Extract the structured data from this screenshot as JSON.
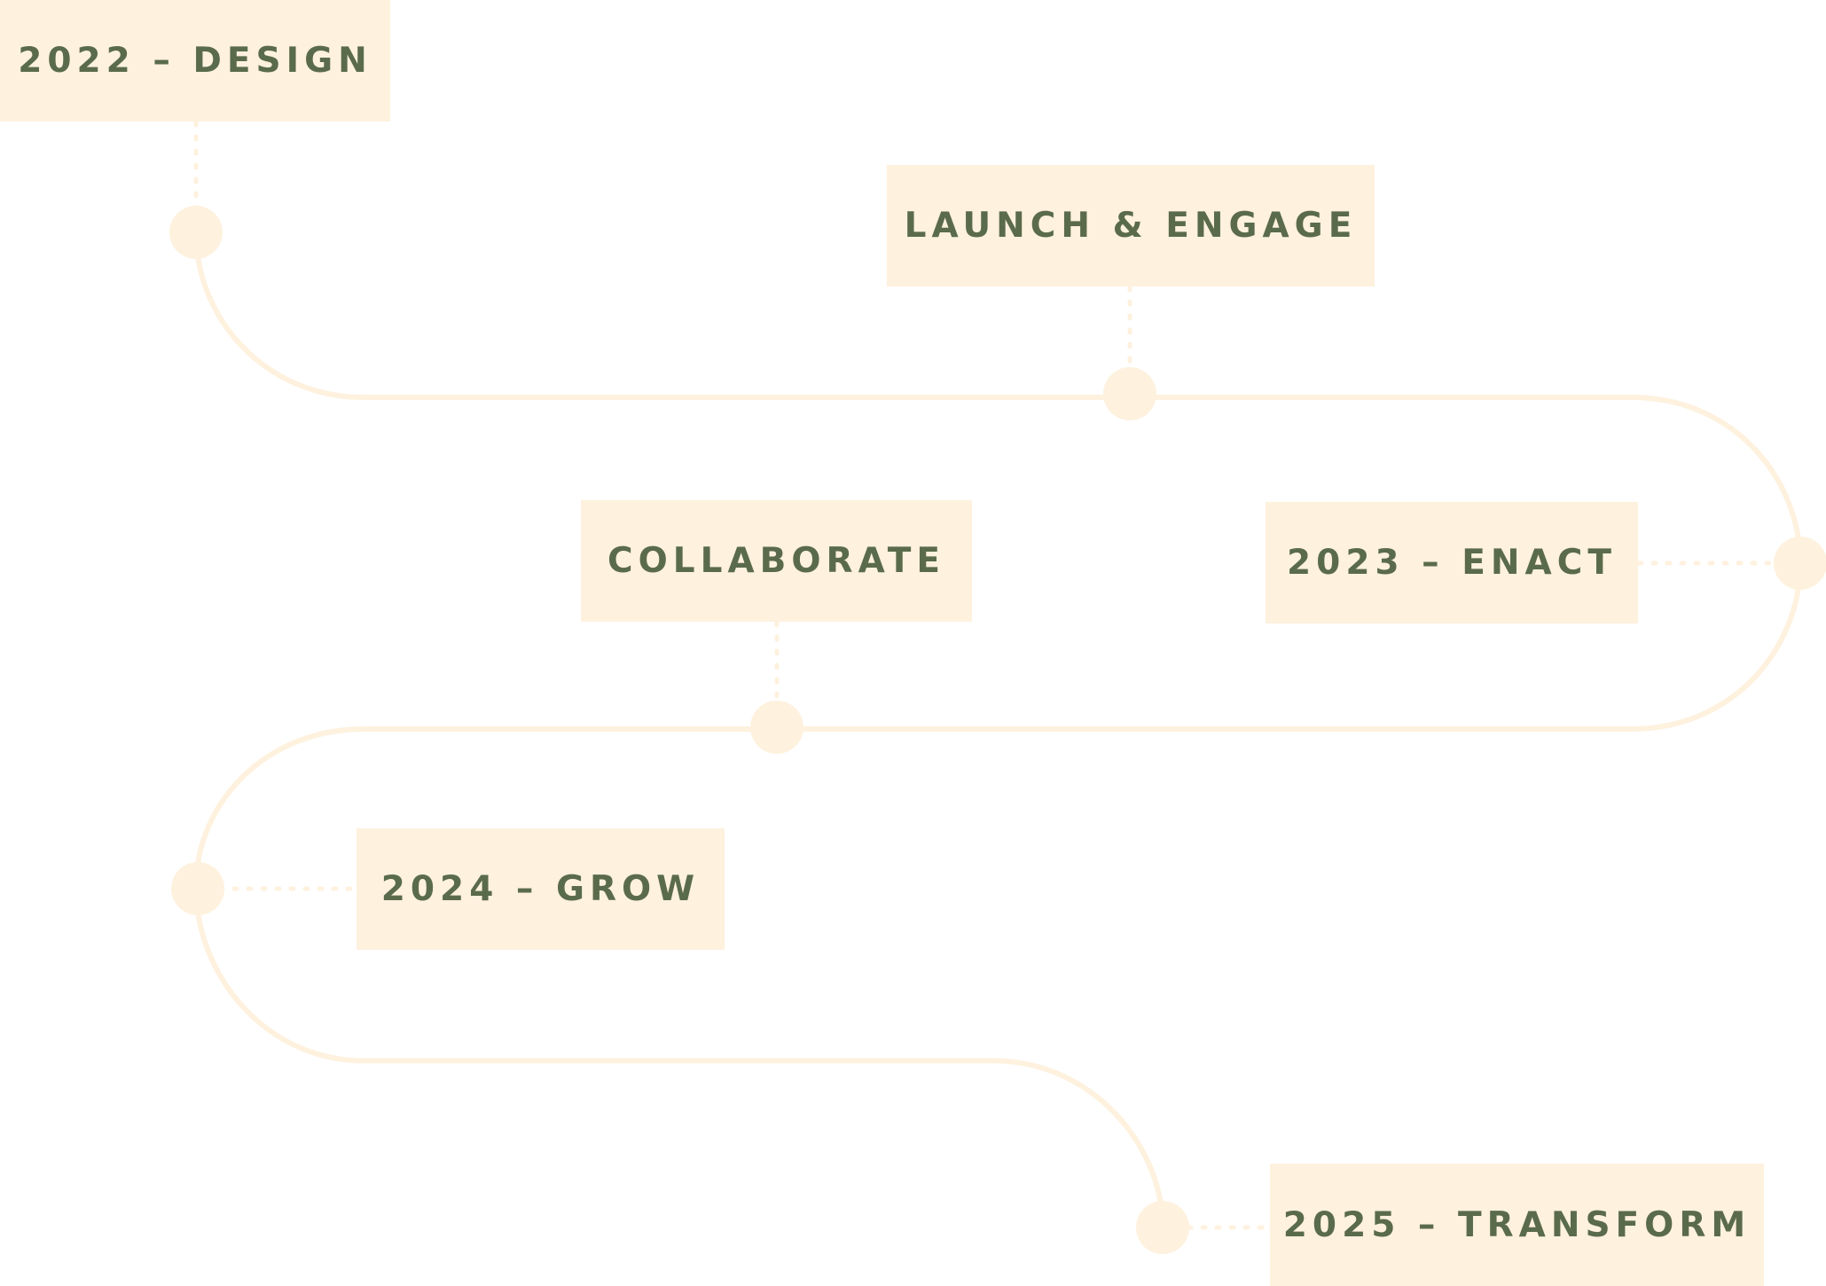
{
  "colors": {
    "background": "#ffffff",
    "label_fill": "#fef1de",
    "line": "#fef1de",
    "text": "#5a6b4b"
  },
  "milestones": [
    {
      "label": "2022 – DESIGN"
    },
    {
      "label": "LAUNCH & ENGAGE"
    },
    {
      "label": "2023 – ENACT"
    },
    {
      "label": "COLLABORATE"
    },
    {
      "label": "2024 – GROW"
    },
    {
      "label": "2025 – TRANSFORM"
    }
  ]
}
